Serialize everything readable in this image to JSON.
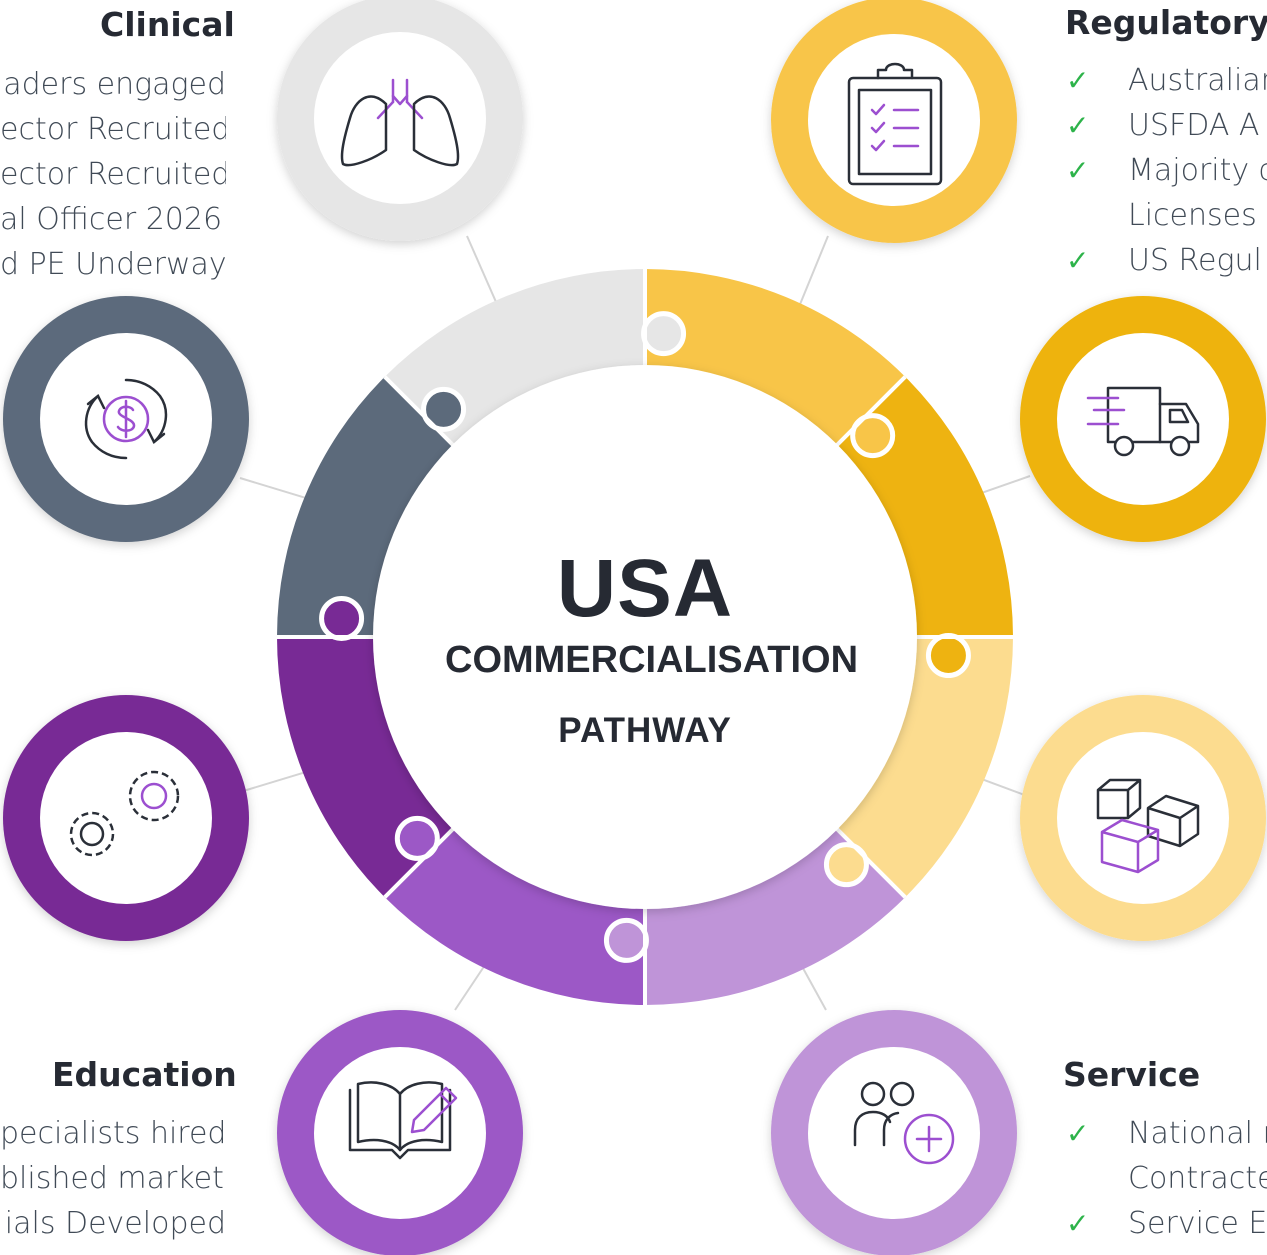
{
  "center": {
    "title": "USA",
    "subtitle": "COMMERCIALISATION",
    "subtitle2": "PATHWAY"
  },
  "colors": {
    "clinical_gray": "#e6e6e6",
    "regulatory_yellow": "#f8c548",
    "logistics_gold": "#eeb311",
    "supply_light_yellow": "#fcdc8f",
    "service_lavender": "#bf94d8",
    "education_purple": "#9c58c6",
    "operations_purple": "#782a95",
    "finance_slate": "#5c6a7b",
    "icon_accent": "#9c4fd0",
    "check_green": "#2db34a"
  },
  "sections": {
    "clinical": {
      "heading": "Clinical",
      "lines": [
        "aders engaged",
        "ector Recruited",
        "ector Recruited",
        "al Officer 2026.",
        "d PE Underway"
      ]
    },
    "regulatory": {
      "heading": "Regulatory",
      "items": [
        {
          "lines": [
            "Australian"
          ]
        },
        {
          "lines": [
            "USFDA A"
          ]
        },
        {
          "lines": [
            "Majority c",
            "Licenses l"
          ]
        },
        {
          "lines": [
            "US Regul"
          ]
        }
      ]
    },
    "education": {
      "heading": "Education",
      "lines": [
        "pecialists hired",
        "blished markets",
        "ials Developed"
      ]
    },
    "service": {
      "heading": "Service",
      "items": [
        {
          "lines": [
            "National r",
            "Contracte"
          ]
        },
        {
          "lines": [
            "Service E"
          ]
        }
      ]
    }
  },
  "check_symbol": "✓",
  "icons": {
    "clinical": "lungs-icon",
    "regulatory": "clipboard-checklist-icon",
    "logistics": "delivery-truck-icon",
    "supply": "boxes-icon",
    "service": "add-user-group-icon",
    "education": "book-pencil-icon",
    "operations": "gears-icon",
    "finance": "dollar-cycle-icon"
  }
}
